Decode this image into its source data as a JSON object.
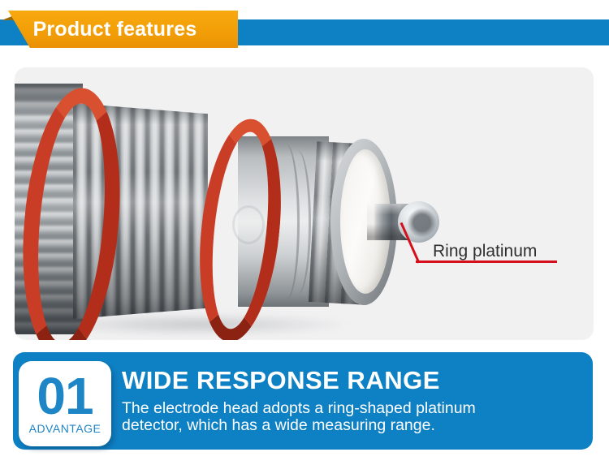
{
  "header": {
    "title": "Product features",
    "bar_color": "#0e80c4",
    "ribbon_color": "#f09b06",
    "ribbon_fold_color": "#9c6b08"
  },
  "photo": {
    "callout_label": "Ring platinum",
    "callout_line_color": "#d5101c",
    "panel_background": "#f1f1f2",
    "o_ring_color": "#c23b27",
    "subject": "electrode-probe-tip"
  },
  "advantage": {
    "number": "01",
    "label": "ADVANTAGE",
    "title": "WIDE RESPONSE RANGE",
    "description_lines": [
      "The electrode head adopts a ring-shaped platinum",
      "detector, which has a wide measuring range."
    ],
    "panel_color": "#0e80c4",
    "accent_color": "#1e86c7"
  }
}
